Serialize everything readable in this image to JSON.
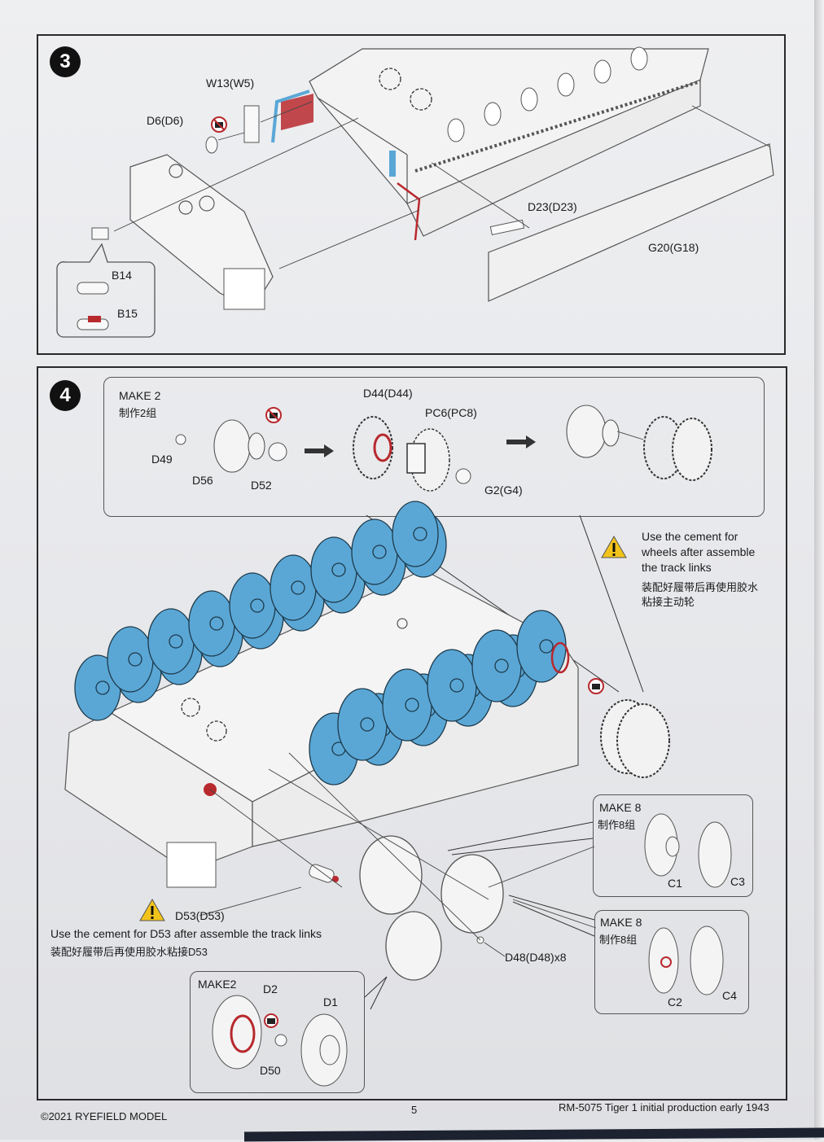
{
  "colors": {
    "part_blue": "#5aa7d6",
    "cement_red": "#b8292e",
    "warning_yellow": "#f2c31b",
    "ink": "#1a1a1a"
  },
  "step3": {
    "number": "3",
    "labels": {
      "w13": "W13(W5)",
      "d6": "D6(D6)",
      "d23": "D23(D23)",
      "g20": "G20(G18)",
      "b14": "B14",
      "b15": "B15"
    },
    "icons": [
      "no-cement-icon"
    ]
  },
  "step4": {
    "number": "4",
    "sprocket_box": {
      "make": "MAKE 2",
      "make_cn": "制作2组",
      "labels": {
        "d49": "D49",
        "d56": "D56",
        "d52": "D52",
        "d44": "D44(D44)",
        "pc6": "PC6(PC8)",
        "g2": "G2(G4)"
      }
    },
    "warning_wheels": {
      "text_en_1": "Use the cement for",
      "text_en_2": "wheels after assemble",
      "text_en_3": "the track links",
      "text_cn_1": "装配好履带后再使用胶水",
      "text_cn_2": "粘接主动轮"
    },
    "warning_d53": {
      "part": "D53(D53)",
      "text_en": "Use the cement for D53 after assemble the track links",
      "text_cn": "装配好履带后再使用胶水粘接D53"
    },
    "d48": "D48(D48)x8",
    "box_c1c3": {
      "make": "MAKE 8",
      "make_cn": "制作8组",
      "labels": {
        "c1": "C1",
        "c3": "C3"
      }
    },
    "box_c2c4": {
      "make": "MAKE 8",
      "make_cn": "制作8组",
      "labels": {
        "c2": "C2",
        "c4": "C4"
      }
    },
    "box_idler": {
      "make": "MAKE2",
      "labels": {
        "d2": "D2",
        "d1": "D1",
        "d50": "D50"
      }
    }
  },
  "footer": {
    "copyright": "©2021 RYEFIELD MODEL",
    "page_number": "5",
    "product": "RM-5075  Tiger 1 initial production early 1943"
  }
}
